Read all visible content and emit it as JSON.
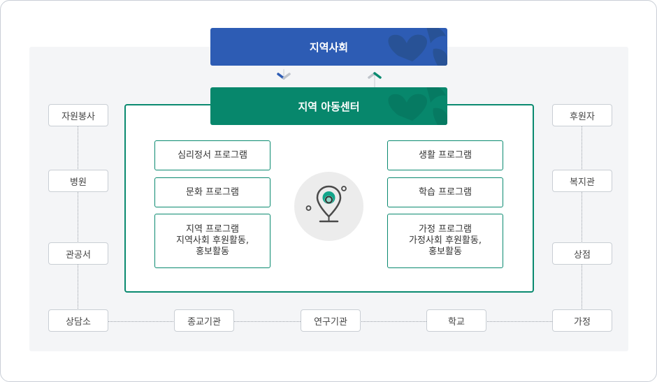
{
  "community": {
    "label": "지역사회"
  },
  "center": {
    "label": "지역 아동센터"
  },
  "left_nodes": [
    {
      "label": "자원봉사"
    },
    {
      "label": "병원"
    },
    {
      "label": "관공서"
    },
    {
      "label": "상담소"
    }
  ],
  "right_nodes": [
    {
      "label": "후원자"
    },
    {
      "label": "복지관"
    },
    {
      "label": "상점"
    },
    {
      "label": "가정"
    }
  ],
  "bottom_nodes": [
    {
      "label": "종교기관"
    },
    {
      "label": "연구기관"
    },
    {
      "label": "학교"
    }
  ],
  "programs_left": [
    {
      "lines": [
        "심리정서 프로그램"
      ]
    },
    {
      "lines": [
        "문화 프로그램"
      ]
    },
    {
      "lines": [
        "지역 프로그램",
        "지역사회 후원활동,",
        "홍보활동"
      ]
    }
  ],
  "programs_right": [
    {
      "lines": [
        "생활 프로그램"
      ]
    },
    {
      "lines": [
        "학습 프로그램"
      ]
    },
    {
      "lines": [
        "가정 프로그램",
        "가정사회 후원활동,",
        "홍보활동"
      ]
    }
  ],
  "icons": {
    "hub": "location-pin-icon",
    "down_arrow": "chevron-down-icon",
    "up_arrow": "chevron-up-icon"
  },
  "colors": {
    "community_blue": "#2d5cb4",
    "center_green": "#07876c",
    "panel_bg": "#f4f5f7"
  }
}
